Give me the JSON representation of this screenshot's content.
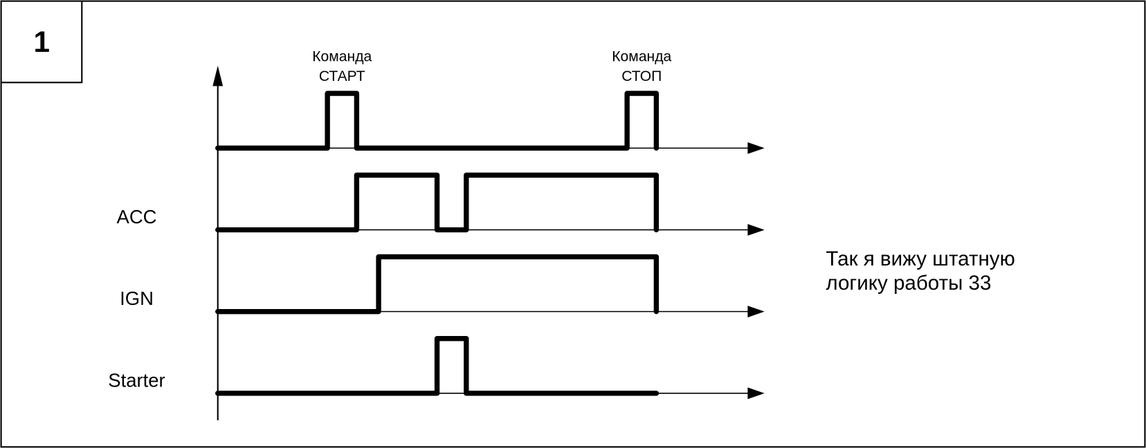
{
  "panel_number": "1",
  "commands": [
    {
      "line1": "Команда",
      "line2": "СТАРТ",
      "t": 17
    },
    {
      "line1": "Команда",
      "line2": "СТОП",
      "t": 58
    }
  ],
  "time_axis_end": 73,
  "signals": [
    {
      "name": "",
      "edges": [
        [
          0,
          0
        ],
        [
          15,
          0
        ],
        [
          15,
          1
        ],
        [
          19,
          1
        ],
        [
          19,
          0
        ],
        [
          56,
          0
        ],
        [
          56,
          1
        ],
        [
          60,
          1
        ],
        [
          60,
          0
        ]
      ]
    },
    {
      "name": "ACC",
      "edges": [
        [
          0,
          0
        ],
        [
          19,
          0
        ],
        [
          19,
          1
        ],
        [
          30,
          1
        ],
        [
          30,
          0
        ],
        [
          34,
          0
        ],
        [
          34,
          1
        ],
        [
          60,
          1
        ],
        [
          60,
          0
        ]
      ]
    },
    {
      "name": "IGN",
      "edges": [
        [
          0,
          0
        ],
        [
          22,
          0
        ],
        [
          22,
          1
        ],
        [
          60,
          1
        ],
        [
          60,
          0
        ]
      ]
    },
    {
      "name": "Starter",
      "edges": [
        [
          0,
          0
        ],
        [
          30,
          0
        ],
        [
          30,
          1
        ],
        [
          34,
          1
        ],
        [
          34,
          0
        ],
        [
          60,
          0
        ]
      ]
    }
  ],
  "note": {
    "line1": "Так я вижу штатную",
    "line2": "логику работы 33"
  }
}
